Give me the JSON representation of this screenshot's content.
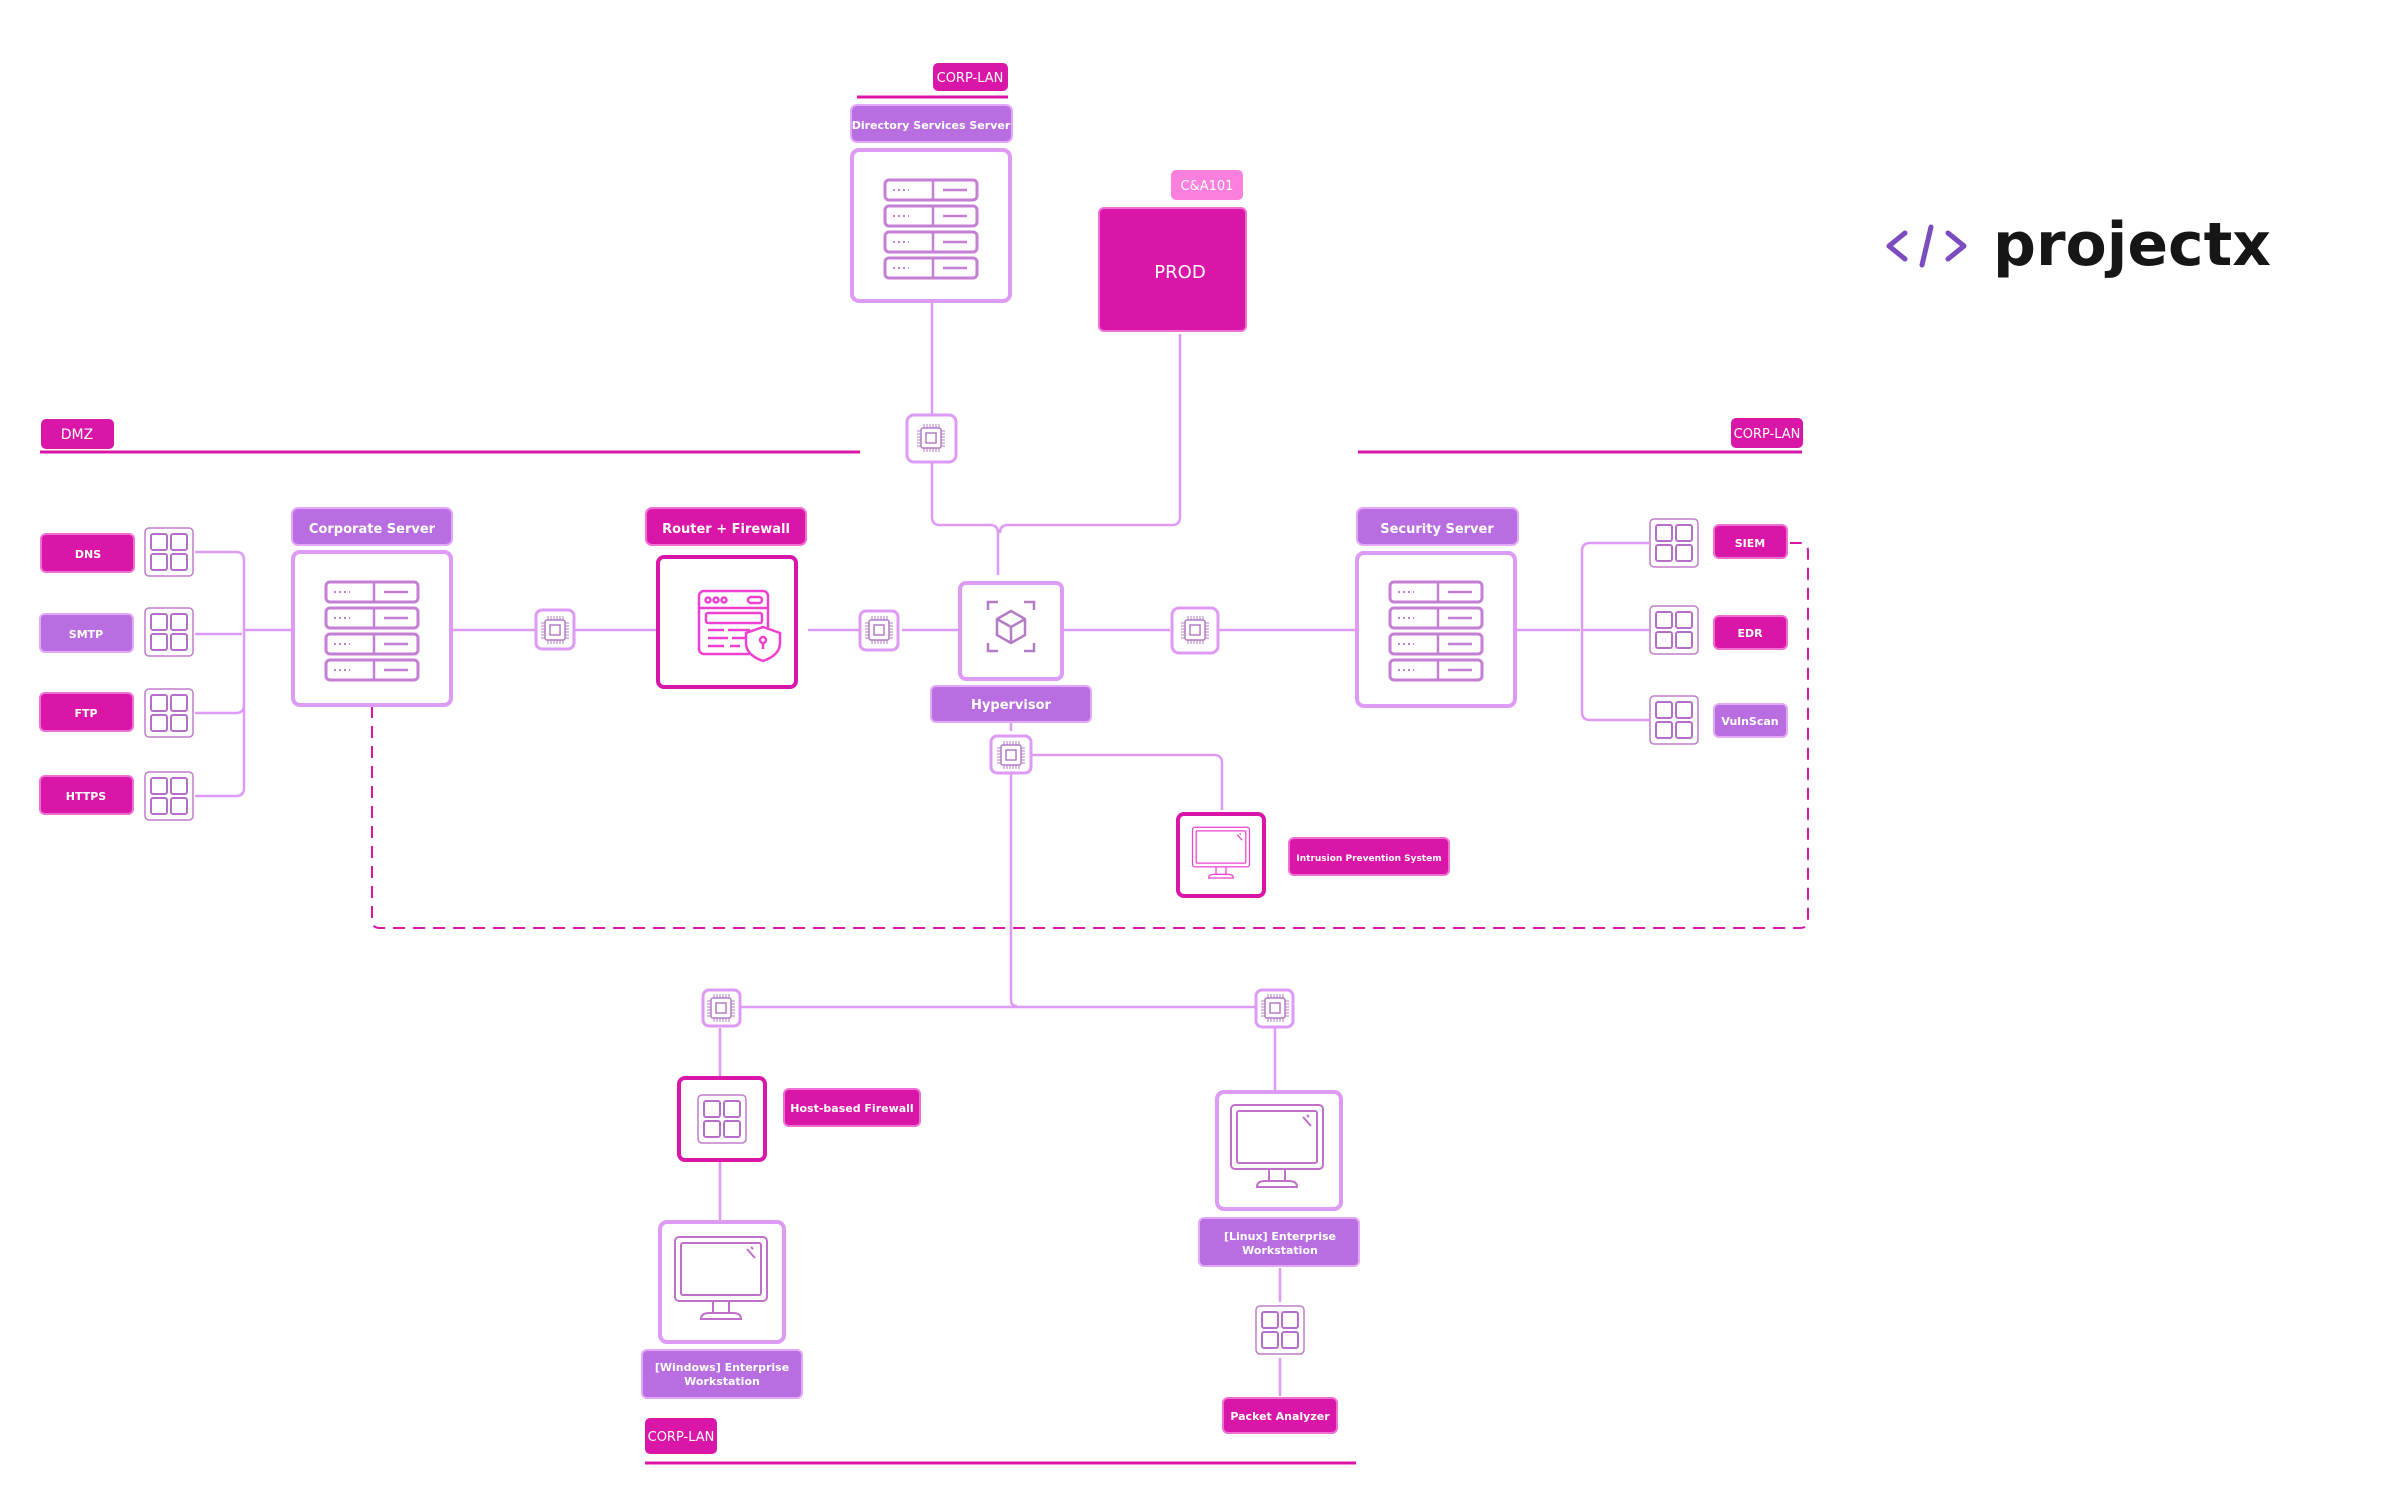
{
  "logo": {
    "glyph": "</>",
    "text": "projectx"
  },
  "colors": {
    "magenta": "#d916a8",
    "magenta_border": "#f06fd4",
    "purple": "#b86ee0",
    "purple_border": "#e3a8f7",
    "light_pink": "#fb7fdc",
    "line": "#dd9bf5"
  },
  "zones": {
    "corp_lan_top": "CORP-LAN",
    "dmz": "DMZ",
    "corp_lan_right": "CORP-LAN",
    "corp_lan_bottom": "CORP-LAN",
    "ca_tag": "C&A101"
  },
  "nodes": {
    "directory_services": "Directory Services Server",
    "prod": "PROD",
    "corporate_server": "Corporate Server",
    "router_firewall": "Router + Firewall",
    "hypervisor": "Hypervisor",
    "security_server": "Security Server",
    "ips": "Intrusion Prevention System",
    "host_firewall": "Host-based Firewall",
    "windows_ws": [
      "[Windows] Enterprise",
      "Workstation"
    ],
    "linux_ws": [
      "[Linux] Enterprise",
      "Workstation"
    ],
    "packet_analyzer": "Packet Analyzer"
  },
  "dmz_services": [
    "DNS",
    "SMTP",
    "FTP",
    "HTTPS"
  ],
  "security_services": [
    "SIEM",
    "EDR",
    "VulnScan"
  ]
}
